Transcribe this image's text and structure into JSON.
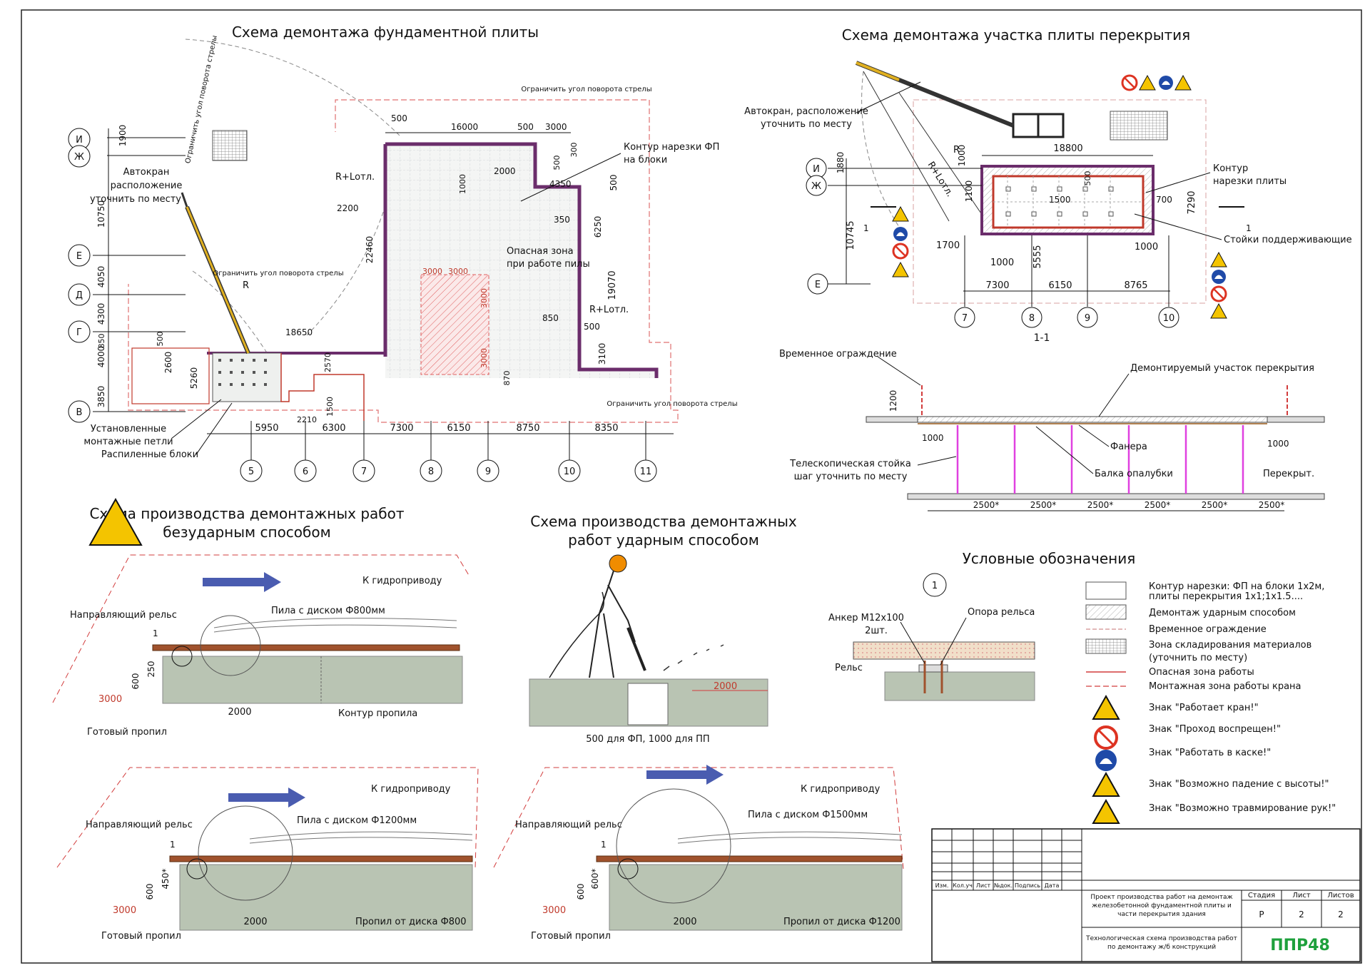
{
  "titles": {
    "foundation": "Схема демонтажа фундаментной плиты",
    "floor": "Схема демонтажа участка плиты перекрытия",
    "nonimpact": [
      "Схема производства демонтажных работ",
      "безударным способом"
    ],
    "impact": [
      "Схема производства демонтажных",
      "работ ударным способом"
    ],
    "legend": "Условные обозначения",
    "section": "1-1"
  },
  "plan1": {
    "axes_h": [
      "И",
      "Ж",
      "Е",
      "Д",
      "Г",
      "В"
    ],
    "axes_v": [
      "5",
      "6",
      "7",
      "8",
      "9",
      "10",
      "11"
    ],
    "bottom_dims": [
      "5950",
      "6300",
      "7300",
      "6150",
      "8750",
      "8350"
    ],
    "left_dims": [
      "1900",
      "10750",
      "4050",
      "4300",
      "850",
      "4000",
      "3850"
    ],
    "top_dims": [
      "500",
      "16000",
      "500",
      "3000",
      "300",
      "500"
    ],
    "misc_dims": [
      "2000",
      "1000",
      "4350",
      "500",
      "350",
      "6250",
      "19070",
      "850",
      "500",
      "3100",
      "870",
      "3000",
      "3000",
      "3000",
      "3000",
      "22460",
      "2200",
      "18650",
      "500",
      "2600",
      "5260",
      "2570",
      "2210",
      "1500"
    ],
    "labels": {
      "crane": [
        "Автокран",
        "расположение",
        "уточнить по месту"
      ],
      "limit_top": "Ограничить угол поворота стрелы",
      "limit_diag": "Ограничить угол поворота стрелы",
      "limit_mid": "Ограничить угол поворота стрелы",
      "limit_bottom": "Ограничить угол поворота стрелы",
      "rl1": "R+Lотл.",
      "rl2": "R+Lотл.",
      "r": "R",
      "contour": [
        "Контур нарезки ФП",
        "на блоки"
      ],
      "danger": [
        "Опасная зона",
        "при работе пилы"
      ],
      "loops": [
        "Установленные",
        "монтажные петли"
      ],
      "sawn": "Распиленные блоки"
    }
  },
  "plan2": {
    "axes_h": [
      "И",
      "Ж",
      "Е"
    ],
    "axes_v": [
      "7",
      "8",
      "9",
      "10"
    ],
    "bottom_dims": [
      "7300",
      "6150",
      "8765"
    ],
    "dims": [
      "18800",
      "1000",
      "1880",
      "1100",
      "500",
      "1500",
      "700",
      "7290",
      "10745",
      "1700",
      "1000",
      "5555",
      "1000",
      "1"
    ],
    "labels": {
      "crane": [
        "Автокран, расположение",
        "уточнить по месту"
      ],
      "contour": [
        "Контур",
        "нарезки плиты"
      ],
      "posts": "Стойки поддерживающие",
      "r": "R",
      "rl": "R+Lотл."
    }
  },
  "section": {
    "labels": {
      "fence": "Временное ограждение",
      "dismantled": "Демонтируемый участок перекрытия",
      "plywood": "Фанера",
      "prop": [
        "Телескопическая стойка",
        "шаг уточнить по месту"
      ],
      "beam": "Балка опалубки",
      "slab": "Перекрыт."
    },
    "dims": [
      "1200",
      "1000",
      "1000"
    ],
    "spacing": [
      "2500*",
      "2500*",
      "2500*",
      "2500*",
      "2500*",
      "2500*"
    ]
  },
  "nonimpact1": {
    "labels": {
      "to_hydro": "К гидроприводу",
      "rail": "Направляющий рельс",
      "saw": "Пила с диском Ф800мм",
      "contour": "Контур пропила",
      "ready": "Готовый пропил",
      "one": "1"
    },
    "dims": [
      "250",
      "600",
      "3000",
      "2000"
    ]
  },
  "nonimpact2": {
    "labels": {
      "to_hydro": "К гидроприводу",
      "rail": "Направляющий рельс",
      "saw": "Пила с диском Ф1200мм",
      "cut": "Пропил от диска Ф800",
      "ready": "Готовый пропил",
      "one": "1"
    },
    "dims": [
      "450*",
      "600",
      "3000",
      "2000"
    ]
  },
  "nonimpact3": {
    "labels": {
      "to_hydro": "К гидроприводу",
      "rail": "Направляющий рельс",
      "saw": "Пила с диском Ф1500мм",
      "cut": "Пропил от диска Ф1200",
      "ready": "Готовый пропил",
      "one": "1"
    },
    "dims": [
      "600*",
      "600",
      "3000",
      "2000"
    ]
  },
  "impact": {
    "dims": [
      "2000"
    ],
    "note": "500 для ФП, 1000 для ПП"
  },
  "detail": {
    "num": "1",
    "anchor": [
      "Анкер М12х100",
      "2шт."
    ],
    "support": "Опора рельса",
    "rail": "Рельс"
  },
  "legend": {
    "items": [
      [
        "Контур нарезки: ФП на блоки 1х2м,",
        "плиты перекрытия 1х1;1х1.5...."
      ],
      [
        "Демонтаж ударным способом"
      ],
      [
        "Временное ограждение"
      ],
      [
        "Зона складирования материалов",
        "(уточнить по месту)"
      ],
      [
        "Опасная зона работы"
      ],
      [
        "Монтажная зона работы крана"
      ]
    ],
    "signs": [
      "Знак \"Работает кран!\"",
      "Знак \"Проход воспрещен!\"",
      "Знак \"Работать в каске!\"",
      "Знак \"Возможно падение с высоты!\"",
      "Знак \"Возможно травмирование рук!\""
    ]
  },
  "stamp": {
    "cols": [
      "Изм.",
      "Кол.уч",
      "Лист",
      "№док.",
      "Подпись",
      "Дата"
    ],
    "project": [
      "Проект производства работ на демонтаж",
      "железобетонной фундаментной плиты и",
      "части перекрытия здания"
    ],
    "sheet_title": [
      "Технологическая схема производства работ",
      "по демонтажу ж/б конструкций"
    ],
    "stage_h": "Стадия",
    "list_h": "Лист",
    "lists_h": "Листов",
    "stage": "Р",
    "list": "2",
    "lists": "2",
    "logo": "ППР48"
  },
  "colors": {
    "slab_outline": "#6b2d6b",
    "danger_red": "#d23c3c",
    "hatch_red": "#e06060",
    "concrete": "#b9c4b3",
    "arrow_blue": "#4a5cb0",
    "rail_brown": "#a0522d",
    "prop_magenta": "#e040e0",
    "crane_yellow": "#e0b020",
    "logo_green": "#1ea03c"
  }
}
